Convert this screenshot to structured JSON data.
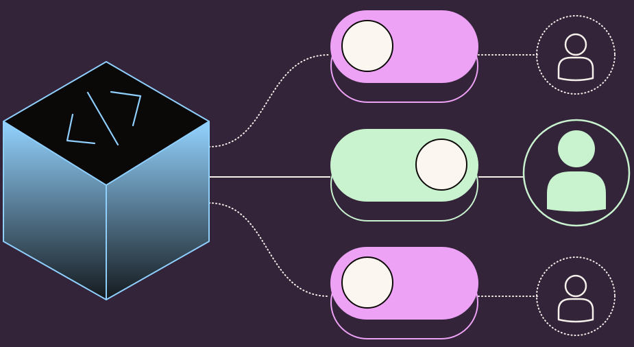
{
  "colors": {
    "background": "#33243a",
    "cube_top": "#0b0908",
    "cube_edge": "#8fd0ff",
    "cube_gradient_top": "#93d3ff",
    "cube_gradient_bottom": "#151a1e",
    "connector": "#f5f0ea",
    "toggle_off_fill": "#eea2f6",
    "toggle_off_stroke": "#eea2f6",
    "toggle_on_fill": "#c9f3cf",
    "toggle_on_stroke": "#c9f3cf",
    "knob_fill": "#fbf6ef",
    "knob_stroke": "#0b0908",
    "user_stroke_inactive": "#f5f0ea",
    "user_fill_active": "#c9f3cf"
  },
  "icons": {
    "cube": "code-cube-icon",
    "code_symbol": "code-brackets-icon",
    "user": "user-icon"
  },
  "toggles": [
    {
      "state": "off",
      "connector": "dotted"
    },
    {
      "state": "on",
      "connector": "solid"
    },
    {
      "state": "off",
      "connector": "dotted"
    }
  ],
  "users": [
    {
      "active": false
    },
    {
      "active": true
    },
    {
      "active": false
    }
  ]
}
